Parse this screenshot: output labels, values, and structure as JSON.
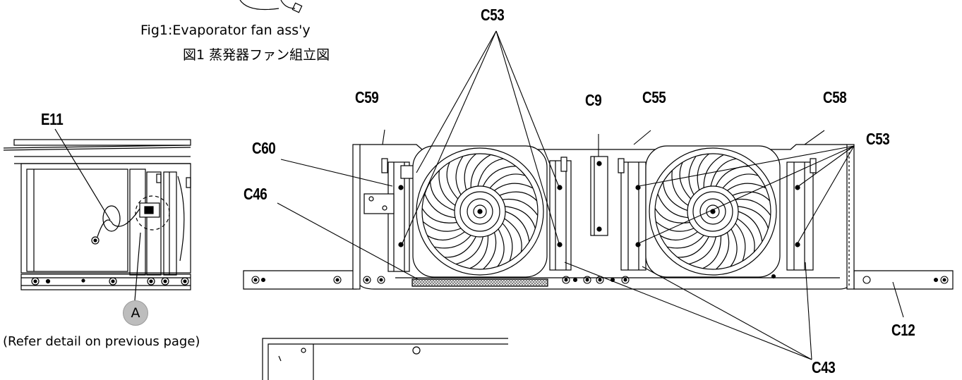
{
  "figure": {
    "caption_en": "Fig1:Evaporator fan ass'y",
    "caption_ja": "図1 蒸発器ファン組立図"
  },
  "side_view": {
    "callout": "E11",
    "detail_marker": "A",
    "refer_note": "(Refer detail on previous page)"
  },
  "labels": {
    "c53_top": "C53",
    "c59": "C59",
    "c9": "C9",
    "c55": "C55",
    "c58": "C58",
    "c60": "C60",
    "c53_right": "C53",
    "c46": "C46",
    "c12": "C12",
    "c43": "C43"
  },
  "colors": {
    "line": "#000000",
    "marker": "#bdbdbd",
    "filter": "#777777"
  }
}
